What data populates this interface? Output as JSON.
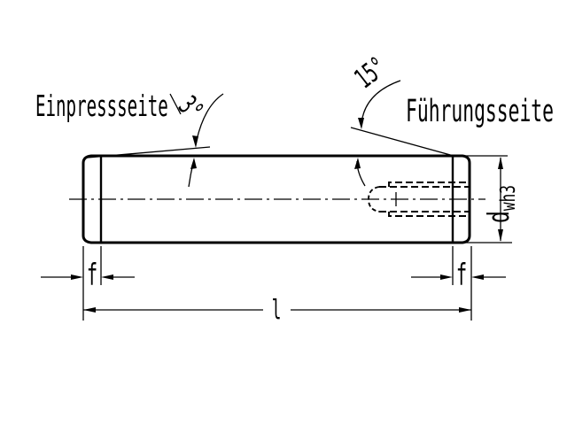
{
  "drawing": {
    "type": "technical-drawing",
    "subject": "cylindrical dowel pin, side view with internal thread (hidden lines)",
    "labels": {
      "press_in_side": "Einpressseite",
      "guide_side": "Führungsseite"
    },
    "dimensions": {
      "press_in_chamfer_angle": "3°",
      "guide_chamfer_angle": "15°",
      "chamfer_length_left": "f",
      "chamfer_length_right": "f",
      "overall_length": "l",
      "diameter_symbol": "d",
      "diameter_subscript": "wh3"
    },
    "colors": {
      "line": "#000000",
      "background": "#ffffff"
    }
  }
}
